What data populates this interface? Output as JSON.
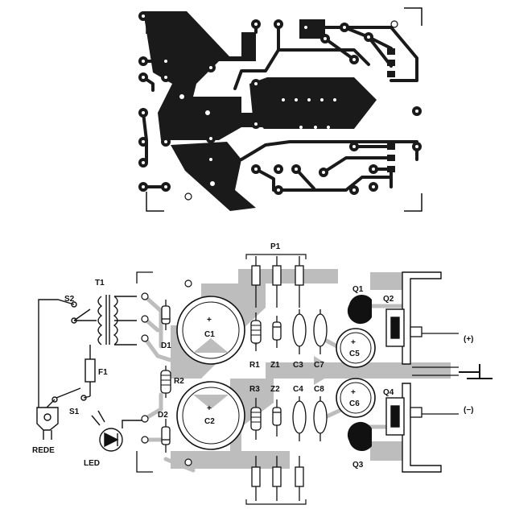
{
  "components": {
    "p1": "P1",
    "t1": "T1",
    "s2": "S2",
    "s1": "S1",
    "f1": "F1",
    "d1": "D1",
    "d2": "D2",
    "r1": "R1",
    "r2": "R2",
    "r3": "R3",
    "z1": "Z1",
    "z2": "Z2",
    "c1": "C1",
    "c2": "C2",
    "c3": "C3",
    "c4": "C4",
    "c5": "C5",
    "c6": "C6",
    "c7": "C7",
    "c8": "C8",
    "q1": "Q1",
    "q2": "Q2",
    "q3": "Q3",
    "q4": "Q4",
    "led": "LED",
    "rede": "REDE"
  },
  "terminals": {
    "positive": "(+)",
    "negative": "(−)"
  },
  "polarity": {
    "plus": "+"
  },
  "colors": {
    "copper": "#1a1a1a",
    "shade": "#bdbdbd",
    "ink": "#111111"
  }
}
